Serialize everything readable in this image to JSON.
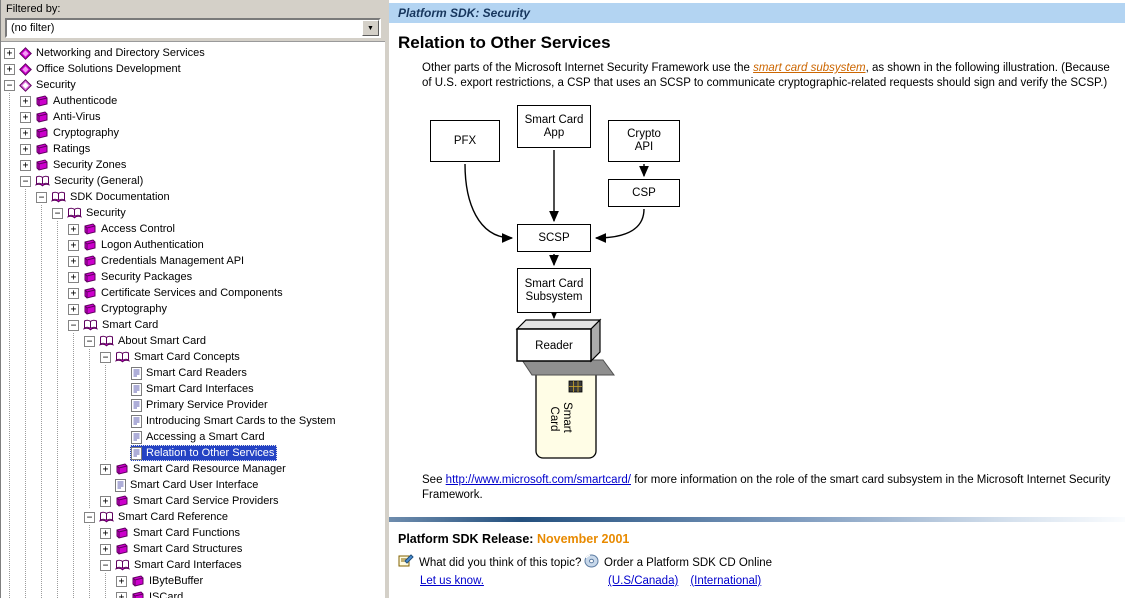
{
  "colors": {
    "selection": "#2443c4",
    "header-bg": "#b3d4f2",
    "header-text": "#17365d",
    "link": "#0000cc",
    "visited-link": "#cc6600",
    "release": "#e88a00",
    "chrome": "#d4d0c8"
  },
  "filter": {
    "label": "Filtered by:",
    "value": "(no filter)"
  },
  "icons": {
    "dropdown": "chevron-down",
    "feedback": "memo-icon",
    "order": "cd-icon"
  },
  "tree": {
    "items": [
      {
        "label": "Networking and Directory Services",
        "level": 0,
        "exp": "+",
        "icon": "cat",
        "selected": false
      },
      {
        "label": "Office Solutions Development",
        "level": 0,
        "exp": "+",
        "icon": "cat",
        "selected": false
      },
      {
        "label": "Security",
        "level": 0,
        "exp": "-",
        "icon": "cat_open",
        "selected": false
      },
      {
        "label": "Authenticode",
        "level": 1,
        "exp": "+",
        "icon": "book",
        "selected": false
      },
      {
        "label": "Anti-Virus",
        "level": 1,
        "exp": "+",
        "icon": "book",
        "selected": false
      },
      {
        "label": "Cryptography",
        "level": 1,
        "exp": "+",
        "icon": "book",
        "selected": false
      },
      {
        "label": "Ratings",
        "level": 1,
        "exp": "+",
        "icon": "book",
        "selected": false
      },
      {
        "label": "Security Zones",
        "level": 1,
        "exp": "+",
        "icon": "book",
        "selected": false
      },
      {
        "label": "Security (General)",
        "level": 1,
        "exp": "-",
        "icon": "book_open",
        "selected": false
      },
      {
        "label": "SDK Documentation",
        "level": 2,
        "exp": "-",
        "icon": "book_open",
        "selected": false
      },
      {
        "label": "Security",
        "level": 3,
        "exp": "-",
        "icon": "book_open",
        "selected": false
      },
      {
        "label": "Access Control",
        "level": 4,
        "exp": "+",
        "icon": "book",
        "selected": false
      },
      {
        "label": "Logon Authentication",
        "level": 4,
        "exp": "+",
        "icon": "book",
        "selected": false
      },
      {
        "label": "Credentials Management API",
        "level": 4,
        "exp": "+",
        "icon": "book",
        "selected": false
      },
      {
        "label": "Security Packages",
        "level": 4,
        "exp": "+",
        "icon": "book",
        "selected": false
      },
      {
        "label": "Certificate Services and Components",
        "level": 4,
        "exp": "+",
        "icon": "book",
        "selected": false
      },
      {
        "label": "Cryptography",
        "level": 4,
        "exp": "+",
        "icon": "book",
        "selected": false
      },
      {
        "label": "Smart Card",
        "level": 4,
        "exp": "-",
        "icon": "book_open",
        "selected": false
      },
      {
        "label": "About Smart Card",
        "level": 5,
        "exp": "-",
        "icon": "book_open",
        "selected": false
      },
      {
        "label": "Smart Card Concepts",
        "level": 6,
        "exp": "-",
        "icon": "book_open",
        "selected": false
      },
      {
        "label": "Smart Card Readers",
        "level": 7,
        "exp": "",
        "icon": "page",
        "selected": false
      },
      {
        "label": "Smart Card Interfaces",
        "level": 7,
        "exp": "",
        "icon": "page",
        "selected": false
      },
      {
        "label": "Primary Service Provider",
        "level": 7,
        "exp": "",
        "icon": "page",
        "selected": false
      },
      {
        "label": "Introducing Smart Cards to the System",
        "level": 7,
        "exp": "",
        "icon": "page",
        "selected": false
      },
      {
        "label": "Accessing a Smart Card",
        "level": 7,
        "exp": "",
        "icon": "page",
        "selected": false
      },
      {
        "label": "Relation to Other Services",
        "level": 7,
        "exp": "",
        "icon": "page",
        "selected": true
      },
      {
        "label": "Smart Card Resource Manager",
        "level": 6,
        "exp": "+",
        "icon": "book",
        "selected": false
      },
      {
        "label": "Smart Card User Interface",
        "level": 6,
        "exp": "",
        "icon": "page",
        "selected": false
      },
      {
        "label": "Smart Card Service Providers",
        "level": 6,
        "exp": "+",
        "icon": "book",
        "selected": false
      },
      {
        "label": "Smart Card Reference",
        "level": 5,
        "exp": "-",
        "icon": "book_open",
        "selected": false
      },
      {
        "label": "Smart Card Functions",
        "level": 6,
        "exp": "+",
        "icon": "book",
        "selected": false
      },
      {
        "label": "Smart Card Structures",
        "level": 6,
        "exp": "+",
        "icon": "book",
        "selected": false
      },
      {
        "label": "Smart Card Interfaces",
        "level": 6,
        "exp": "-",
        "icon": "book_open",
        "selected": false
      },
      {
        "label": "IByteBuffer",
        "level": 7,
        "exp": "+",
        "icon": "book",
        "selected": false
      },
      {
        "label": "ISCard",
        "level": 7,
        "exp": "+",
        "icon": "book",
        "selected": false
      }
    ]
  },
  "topic": {
    "header": "Platform SDK: Security",
    "title": "Relation to Other Services",
    "intro_pre": "Other parts of the Microsoft Internet Security Framework use the ",
    "intro_link": "smart card subsystem",
    "intro_post": ", as shown in the following illustration. (Because of U.S. export restrictions, a CSP that uses an SCSP to communicate cryptographic-related requests should sign and verify the SCSP.)",
    "diagram": {
      "pfx": "PFX",
      "smart_card_app": "Smart Card\nApp",
      "crypto_api": "Crypto\nAPI",
      "csp": "CSP",
      "scsp": "SCSP",
      "subsystem": "Smart Card\nSubsystem",
      "reader": "Reader",
      "card_line1": "Smart",
      "card_line2": "Card"
    },
    "see_pre": "See ",
    "see_link": "http://www.microsoft.com/smartcard/",
    "see_post": " for more information on the role of the smart card subsystem in the Microsoft Internet Security Framework.",
    "footer": {
      "release_label": "Platform SDK Release:",
      "release_value": "November 2001",
      "feedback_question": "What did you think of this topic?",
      "feedback_link": "Let us know.",
      "order_label": "Order a Platform SDK CD Online",
      "order_us": "(U.S/Canada)",
      "order_intl": "(International)"
    }
  }
}
